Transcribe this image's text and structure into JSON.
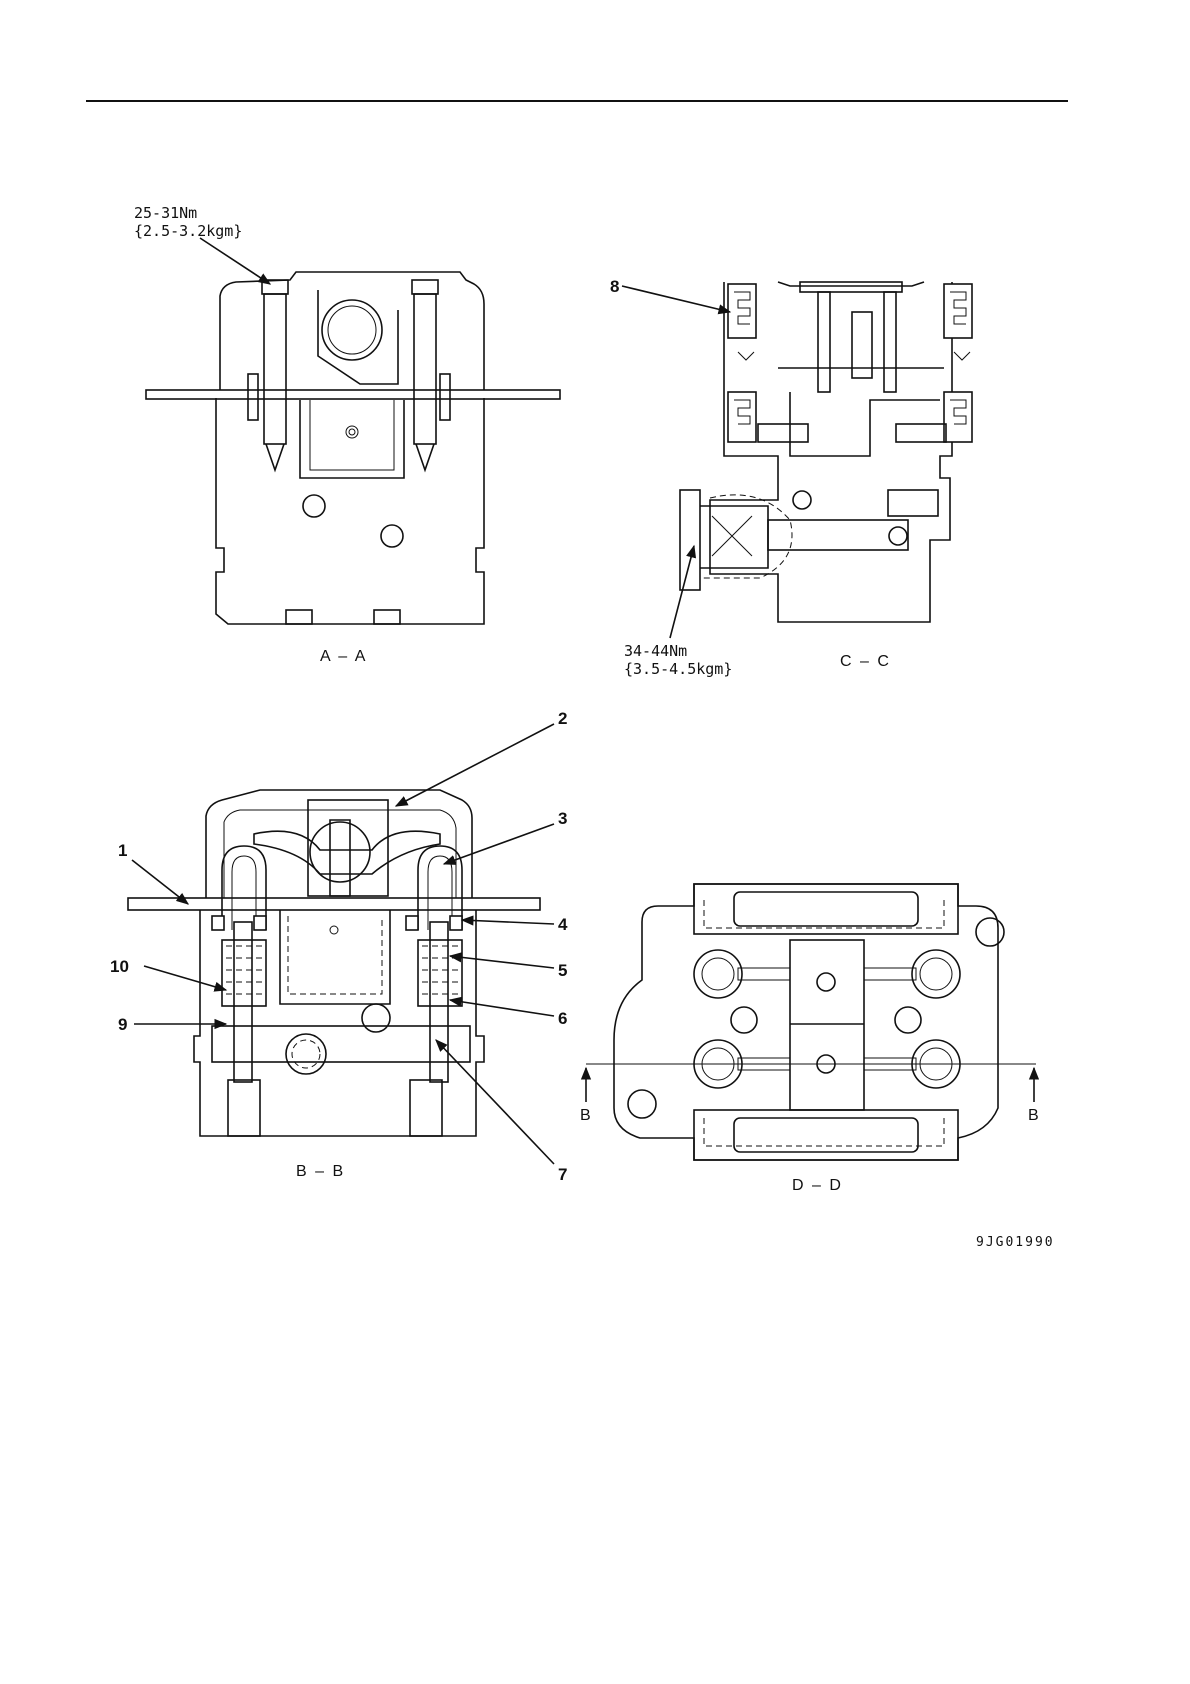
{
  "torque_labels": {
    "aa_line1": "25-31Nm",
    "aa_line2": "{2.5-3.2kgm}",
    "cc_line1": "34-44Nm",
    "cc_line2": "{3.5-4.5kgm}"
  },
  "section_labels": {
    "aa": "A – A",
    "cc": "C – C",
    "bb": "B – B",
    "dd": "D – D",
    "b_left": "B",
    "b_right": "B"
  },
  "callouts": [
    "1",
    "2",
    "3",
    "4",
    "5",
    "6",
    "7",
    "8",
    "9",
    "10"
  ],
  "figure_code": "9JG01990"
}
